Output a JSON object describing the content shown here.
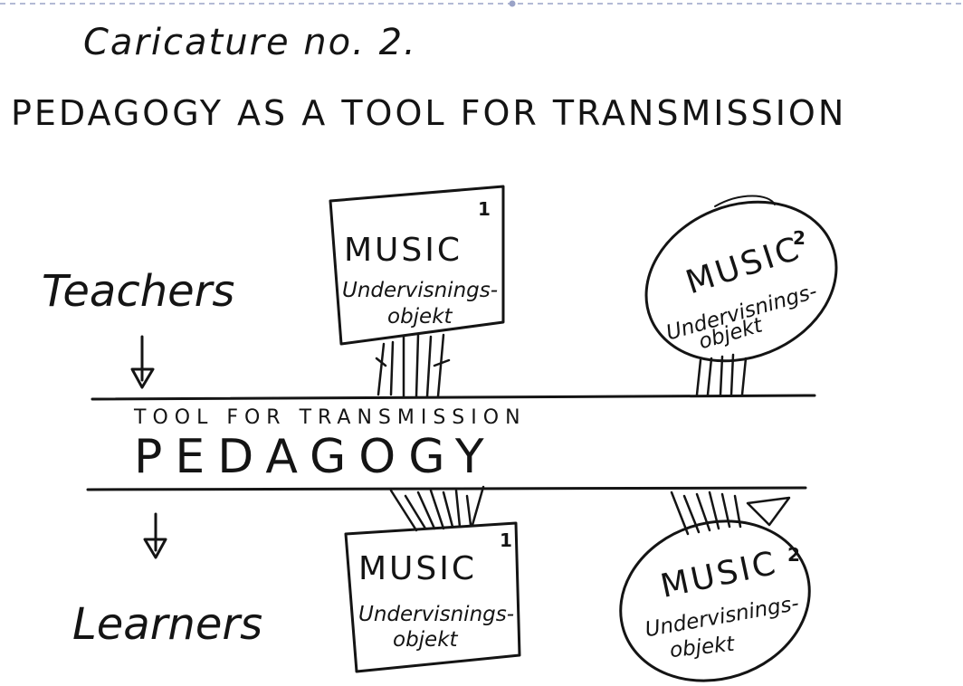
{
  "header": {
    "subtitle": "Caricature no. 2.",
    "title": "PEDAGOGY AS A TOOL FOR TRANSMISSION"
  },
  "roles": {
    "teachers": "Teachers",
    "learners": "Learners"
  },
  "band": {
    "caption": "TOOL FOR TRANSMISSION",
    "label": "PEDAGOGY"
  },
  "objects": {
    "top_left": {
      "title": "MUSIC",
      "sup": "1",
      "line1": "Undervisnings-",
      "line2": "objekt"
    },
    "top_right": {
      "title": "MUSIC",
      "sup": "2",
      "line1": "Undervisnings-",
      "line2": "objekt"
    },
    "bottom_left": {
      "title": "MUSIC",
      "sup": "1",
      "line1": "Undervisnings-",
      "line2": "objekt"
    },
    "bottom_right": {
      "title": "MUSIC",
      "sup": "2",
      "line1": "Undervisnings-",
      "line2": "objekt"
    }
  }
}
